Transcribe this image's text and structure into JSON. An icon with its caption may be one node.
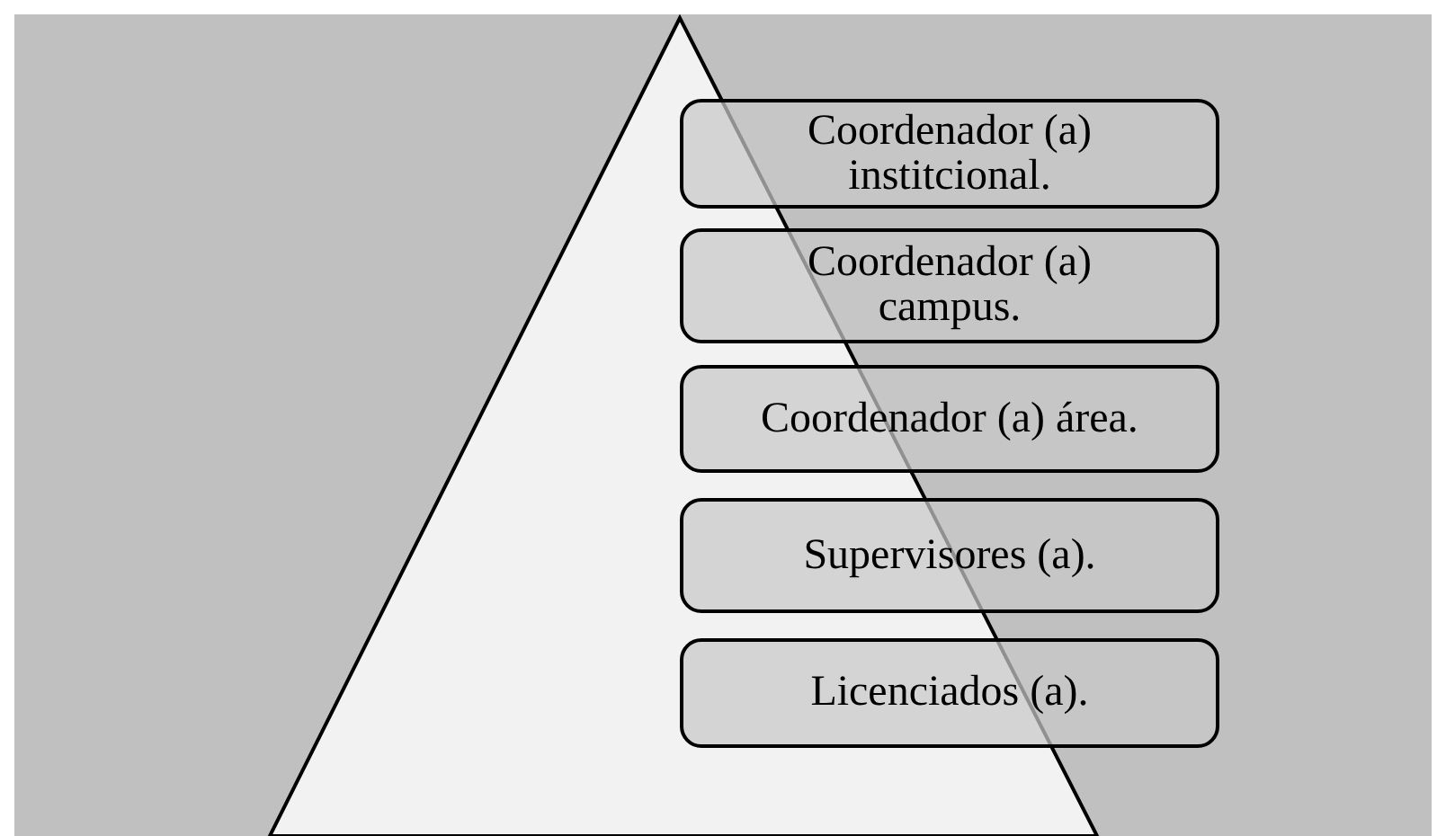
{
  "diagram": {
    "nodes": [
      {
        "text": [
          "Coordenador (a) institcional."
        ]
      },
      {
        "text": [
          "Coordenador (a) campus."
        ]
      },
      {
        "text": [
          "Coordenador (a) área."
        ]
      },
      {
        "text": [
          "Supervisores (a)."
        ]
      },
      {
        "text": [
          "Licenciados (a)."
        ]
      }
    ]
  }
}
